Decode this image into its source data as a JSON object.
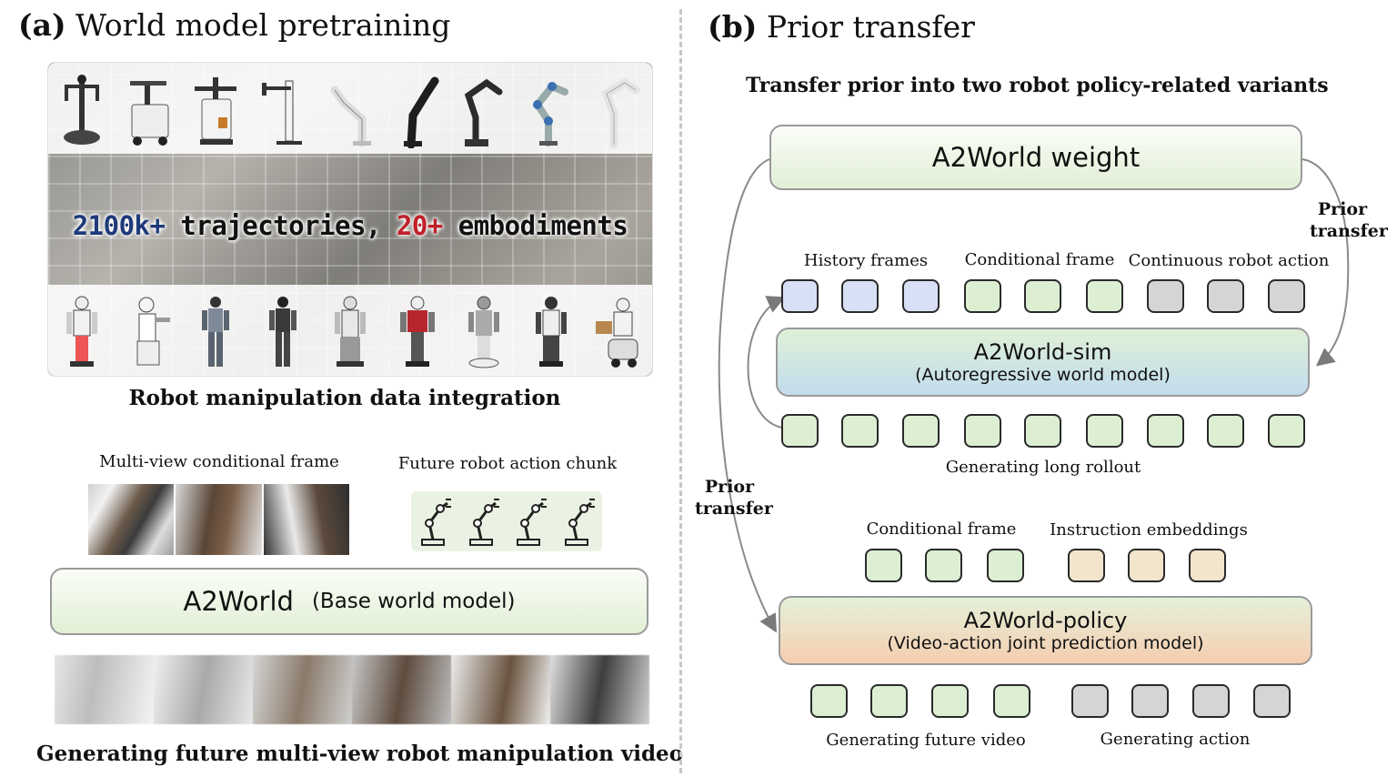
{
  "left_panel": {
    "heading_tag": "(a)",
    "heading_text": "World model pretraining",
    "collage": {
      "count_value": "2100k+",
      "count_label": "trajectories,",
      "embodiment_value": "20+",
      "embodiment_label": "embodiments"
    },
    "collage_caption": "Robot manipulation data integration",
    "multiview_label": "Multi-view conditional frame",
    "action_chunk_label": "Future robot action chunk",
    "base_model_name": "A2World",
    "base_model_desc": "(Base world model)",
    "bottom_caption": "Generating future multi-view robot manipulation video"
  },
  "right_panel": {
    "heading_tag": "(b)",
    "heading_text": "Prior transfer",
    "subtitle": "Transfer prior into two robot policy-related variants",
    "weight_box": "A2World weight",
    "prior_transfer_label": "Prior transfer",
    "sim": {
      "history_label": "History frames",
      "conditional_label": "Conditional frame",
      "action_label": "Continuous robot action",
      "name": "A2World-sim",
      "desc": "(Autoregressive world model)",
      "rollout_label": "Generating long rollout"
    },
    "policy": {
      "conditional_label": "Conditional frame",
      "instruction_label": "Instruction embeddings",
      "name": "A2World-policy",
      "desc": "(Video-action joint prediction model)",
      "video_label": "Generating future video",
      "action_label": "Generating action"
    }
  },
  "colors": {
    "history_token": "#d8e0f6",
    "frame_token": "#dcefd3",
    "action_token": "#d5d5d5",
    "instruction_token": "#f2e5cc",
    "highlight_blue": "#1f3a7a",
    "highlight_red": "#c0202a"
  }
}
